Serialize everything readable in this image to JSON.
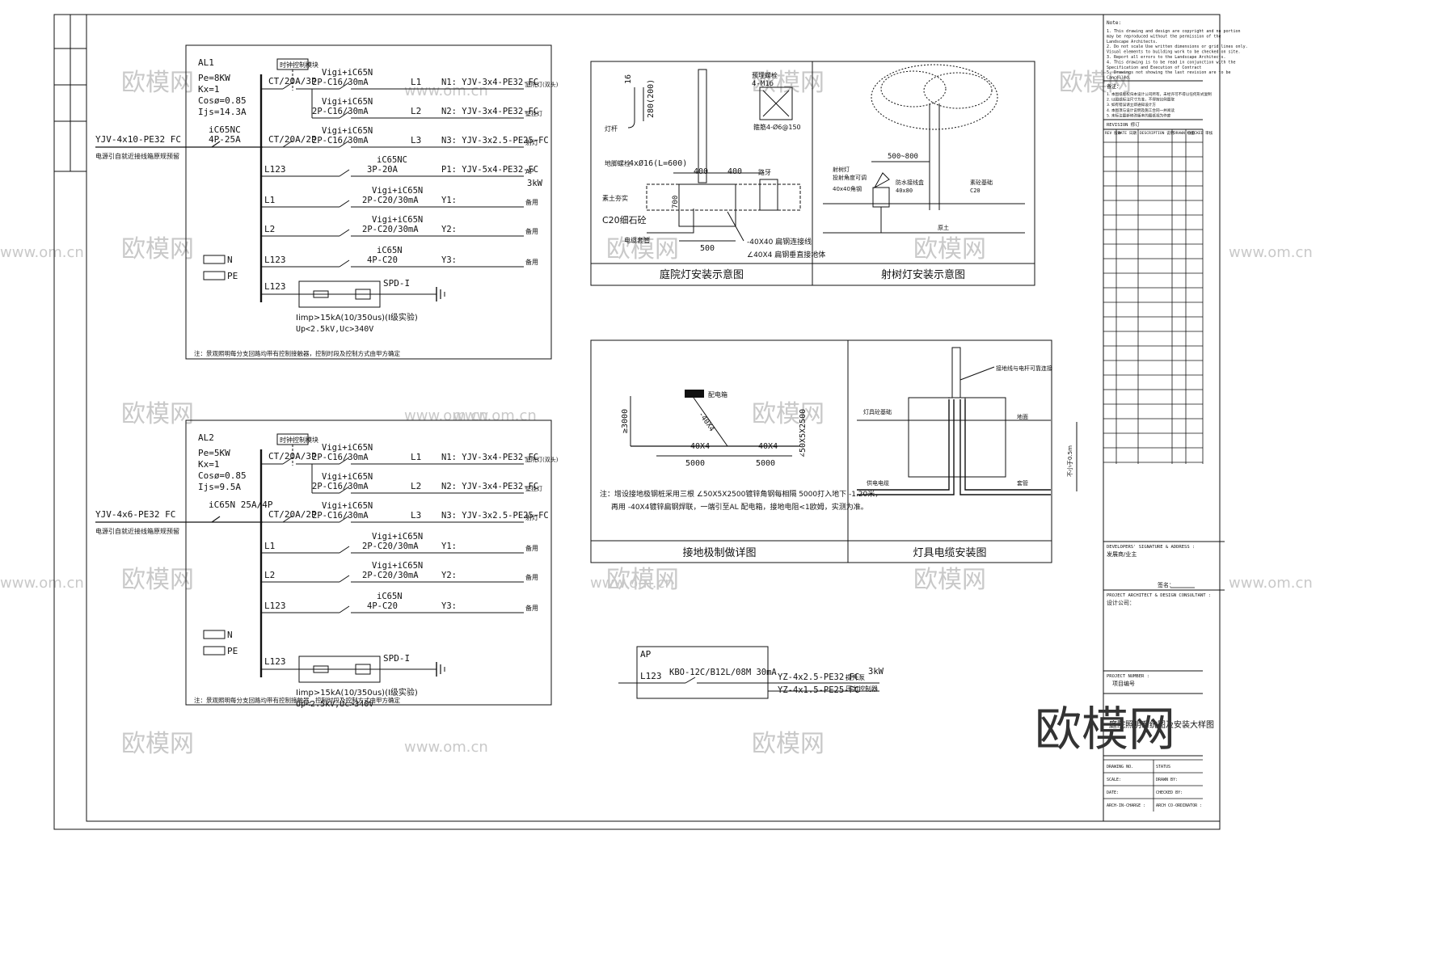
{
  "watermark": {
    "brand": "欧模网",
    "site": "www.om.cn",
    "corner": "欧模网"
  },
  "panel1": {
    "name": "AL1",
    "pe": "Pe=8KW",
    "kx": "Kx=1",
    "cos": "Cosø=0.85",
    "ijs": "Ijs=14.3A",
    "incoming_cable": "YJV-4x10-PE32 FC",
    "incoming_note": "电源引自就近接线箱原规预留",
    "main_breaker_model": "iC65NC",
    "main_breaker_rating": "4P-25A",
    "timer_module": "时钟控制模块",
    "ct1": "CT/20A/3P",
    "ct2": "CT/20A/2P",
    "bus": "L123",
    "circuits": [
      {
        "breaker1": "Vigi+iC65N",
        "breaker2": "2P-C16/30mA",
        "phase": "L1",
        "cable": "N1: YJV-3x4-PE32-FC",
        "load": "庭院灯(双头)"
      },
      {
        "breaker1": "Vigi+iC65N",
        "breaker2": "2P-C16/30mA",
        "phase": "L2",
        "cable": "N2: YJV-3x4-PE32-FC",
        "load": "壁挂灯"
      },
      {
        "breaker1": "Vigi+iC65N",
        "breaker2": "2P-C16/30mA",
        "phase": "L3",
        "cable": "N3: YJV-3x2.5-PE25-FC",
        "load": "射灯"
      },
      {
        "breaker1": "iC65NC",
        "breaker2": "3P-20A",
        "phase": "L123",
        "cable": "P1: YJV-5x4-PE32-FC",
        "load": "AP",
        "power": "3kW"
      },
      {
        "breaker1": "Vigi+iC65N",
        "breaker2": "2P-C20/30mA",
        "phase": "L1",
        "cable": "Y1:",
        "load": "备用"
      },
      {
        "breaker1": "Vigi+iC65N",
        "breaker2": "2P-C20/30mA",
        "phase": "L2",
        "cable": "Y2:",
        "load": "备用"
      },
      {
        "breaker1": "iC65N",
        "breaker2": "4P-C20",
        "phase": "L123",
        "cable": "Y3:",
        "load": "备用"
      }
    ],
    "spd_phase": "L123",
    "spd": "SPD-I",
    "spd_spec1": "Iimp>15kA(10/350us)(I级实验)",
    "spd_spec2": "Up<2.5kV,Uc>340V",
    "terminal_n": "N",
    "terminal_pe": "PE",
    "note": "注：景观照明每分支回路均带有控制接触器，控制时段及控制方式由甲方确定"
  },
  "panel2": {
    "name": "AL2",
    "pe": "Pe=5KW",
    "kx": "Kx=1",
    "cos": "Cosø=0.85",
    "ijs": "Ijs=9.5A",
    "incoming_cable": "YJV-4x6-PE32 FC",
    "incoming_note": "电源引自就近接线箱原规预留",
    "main_breaker_model": "iC65N 25A/4P",
    "main_breaker_rating": "",
    "timer_module": "时钟控制模块",
    "ct1": "CT/20A/3P",
    "ct2": "CT/20A/2P",
    "circuits": [
      {
        "breaker1": "Vigi+iC65N",
        "breaker2": "2P-C16/30mA",
        "phase": "L1",
        "cable": "N1: YJV-3x4-PE32-FC",
        "load": "庭院灯(双头)"
      },
      {
        "breaker1": "Vigi+iC65N",
        "breaker2": "2P-C16/30mA",
        "phase": "L2",
        "cable": "N2: YJV-3x4-PE32-FC",
        "load": "壁挂灯"
      },
      {
        "breaker1": "Vigi+iC65N",
        "breaker2": "2P-C16/30mA",
        "phase": "L3",
        "cable": "N3: YJV-3x2.5-PE25-FC",
        "load": "射灯"
      },
      {
        "breaker1": "Vigi+iC65N",
        "breaker2": "2P-C20/30mA",
        "phase": "L1",
        "cable": "Y1:",
        "load": "备用"
      },
      {
        "breaker1": "Vigi+iC65N",
        "breaker2": "2P-C20/30mA",
        "phase": "L2",
        "cable": "Y2:",
        "load": "备用"
      },
      {
        "breaker1": "iC65N",
        "breaker2": "4P-C20",
        "phase": "L123",
        "cable": "Y3:",
        "load": "备用"
      }
    ],
    "spd_phase": "L123",
    "spd": "SPD-I",
    "spd_spec1": "Iimp>15kA(10/350us)(I级实验)",
    "spd_spec2": "Up<2.5kV,Uc>340V",
    "terminal_n": "N",
    "terminal_pe": "PE",
    "note": "注：景观照明每分支回路均带有控制接触器，控制时段及控制方式由甲方确定"
  },
  "ap_panel": {
    "name": "AP",
    "phase": "L123",
    "breaker": "KBO-12C/B12L/08M 30mA",
    "cable1": "YZ-4x2.5-PE32-FC",
    "cable1_note": "提升泵",
    "power": "3kW",
    "cable2": "YZ-4x1.5-PE25-FC",
    "cable2_note": "压力控制器"
  },
  "detail_courtyard": {
    "caption": "庭院灯安装示意图",
    "hook": "16",
    "hook_len": "280(200)",
    "bolt_label": "预埋螺栓",
    "bolt_spec": "4-M16",
    "plate_rebar": "箍筋4-Ø6@150",
    "pole": "灯杆",
    "anchor": "地脚螺栓",
    "anchor_spec": "4xØ16(L=600)",
    "dim_400a": "400",
    "dim_400b": "400",
    "road": "路牙",
    "soil": "素土夯实",
    "dim_700": "700",
    "concrete": "C20细石砼",
    "pipe": "电缆套管",
    "dim_500": "500",
    "ground1": "-40X40 扁钢连接线",
    "ground2": "∠40X4 扁钢垂直接地体"
  },
  "detail_tree": {
    "caption": "射树灯安装示意图",
    "dim": "500~800",
    "lamp": "射树灯",
    "angle": "投射角度可调",
    "box": "40x40角钢",
    "junction": "防水接线盒",
    "base": "40x80",
    "concrete": "素砼基础",
    "c20": "C20",
    "soil": "原土"
  },
  "detail_ground": {
    "caption": "接地极制做详图",
    "box": "配电箱",
    "wire": "-40X4",
    "dim_3000": "≥3000",
    "bar1": "-40X4",
    "bar2": "-40X4",
    "dim_a": "5000",
    "dim_b": "5000",
    "rod": "∠50X5X2500",
    "note1": "注：增设接地极钢桩采用三根 ∠50X5X2500镀锌角钢每相隔 5000打入地下 -1.20米，",
    "note2": "再用 -40X4镀锌扁钢焊联，一端引至AL 配电箱，接地电阻<1欧姆，实测为准。"
  },
  "detail_cable": {
    "caption": "灯具电缆安装图",
    "connect": "接地线与电杆可靠连接",
    "footing": "灯具砼基础",
    "ground": "地面",
    "depth": "不小于0.5m",
    "cable": "供电电缆",
    "pipe": "套管"
  },
  "titleblock": {
    "notes_head": "Note:",
    "notes_en": [
      "1. This drawing and design are copyright and no portion",
      "may be reproduced without the permission of the",
      "Landscape Architects.",
      "2. Do not scale Use written dimensions or grid lines only.",
      "Visual elements to building work to be checked on site.",
      "3. Report all errors to the Landscape Architects.",
      "4. This drawing is to be read in conjunction with the",
      "Specification and Execution of Contract",
      "5. Drawings not showing the last revision are to be",
      "Cancelled."
    ],
    "notes_cn_head": "备注：",
    "notes_cn": [
      "1. 本图纸版权归本设计公司所有，未经许可不得以任何形式复制",
      "2. 以图纸标注尺寸为准，不得按比例量取",
      "3. 如有错误请立即通知设计方",
      "4. 本图须与设计说明及施工合同一并阅读",
      "5. 未标注最新修改版本的图纸视为作废"
    ],
    "revision_head": "REVISION 修订",
    "rev_cols": [
      "REV 版本",
      "DATE 日期",
      "DESCRIPTION 说明",
      "DRAWN 绘图",
      "CHECKED 审核"
    ],
    "developer_head": "DEVELOPERS' SIGNATURE & ADDRESS :",
    "developer": "发展商/业主",
    "signature": "签名：",
    "architect_head": "PROJECT ARCHITECT & DESIGN CONSULTANT :",
    "architect": "设计公司：",
    "project_no_head": "PROJECT NUMBER :",
    "project_no": "项目编号",
    "drawing_title": "庭院照明系统图及安装大样图",
    "rows": [
      [
        "DRAWING NO.",
        "STATUS"
      ],
      [
        "SCALE:",
        "DRAWN BY:"
      ],
      [
        "DATE:",
        "CHECKED BY:"
      ],
      [
        "ARCH-IN-CHARGE :",
        "ARCH CO-ORDINATOR :"
      ]
    ]
  }
}
